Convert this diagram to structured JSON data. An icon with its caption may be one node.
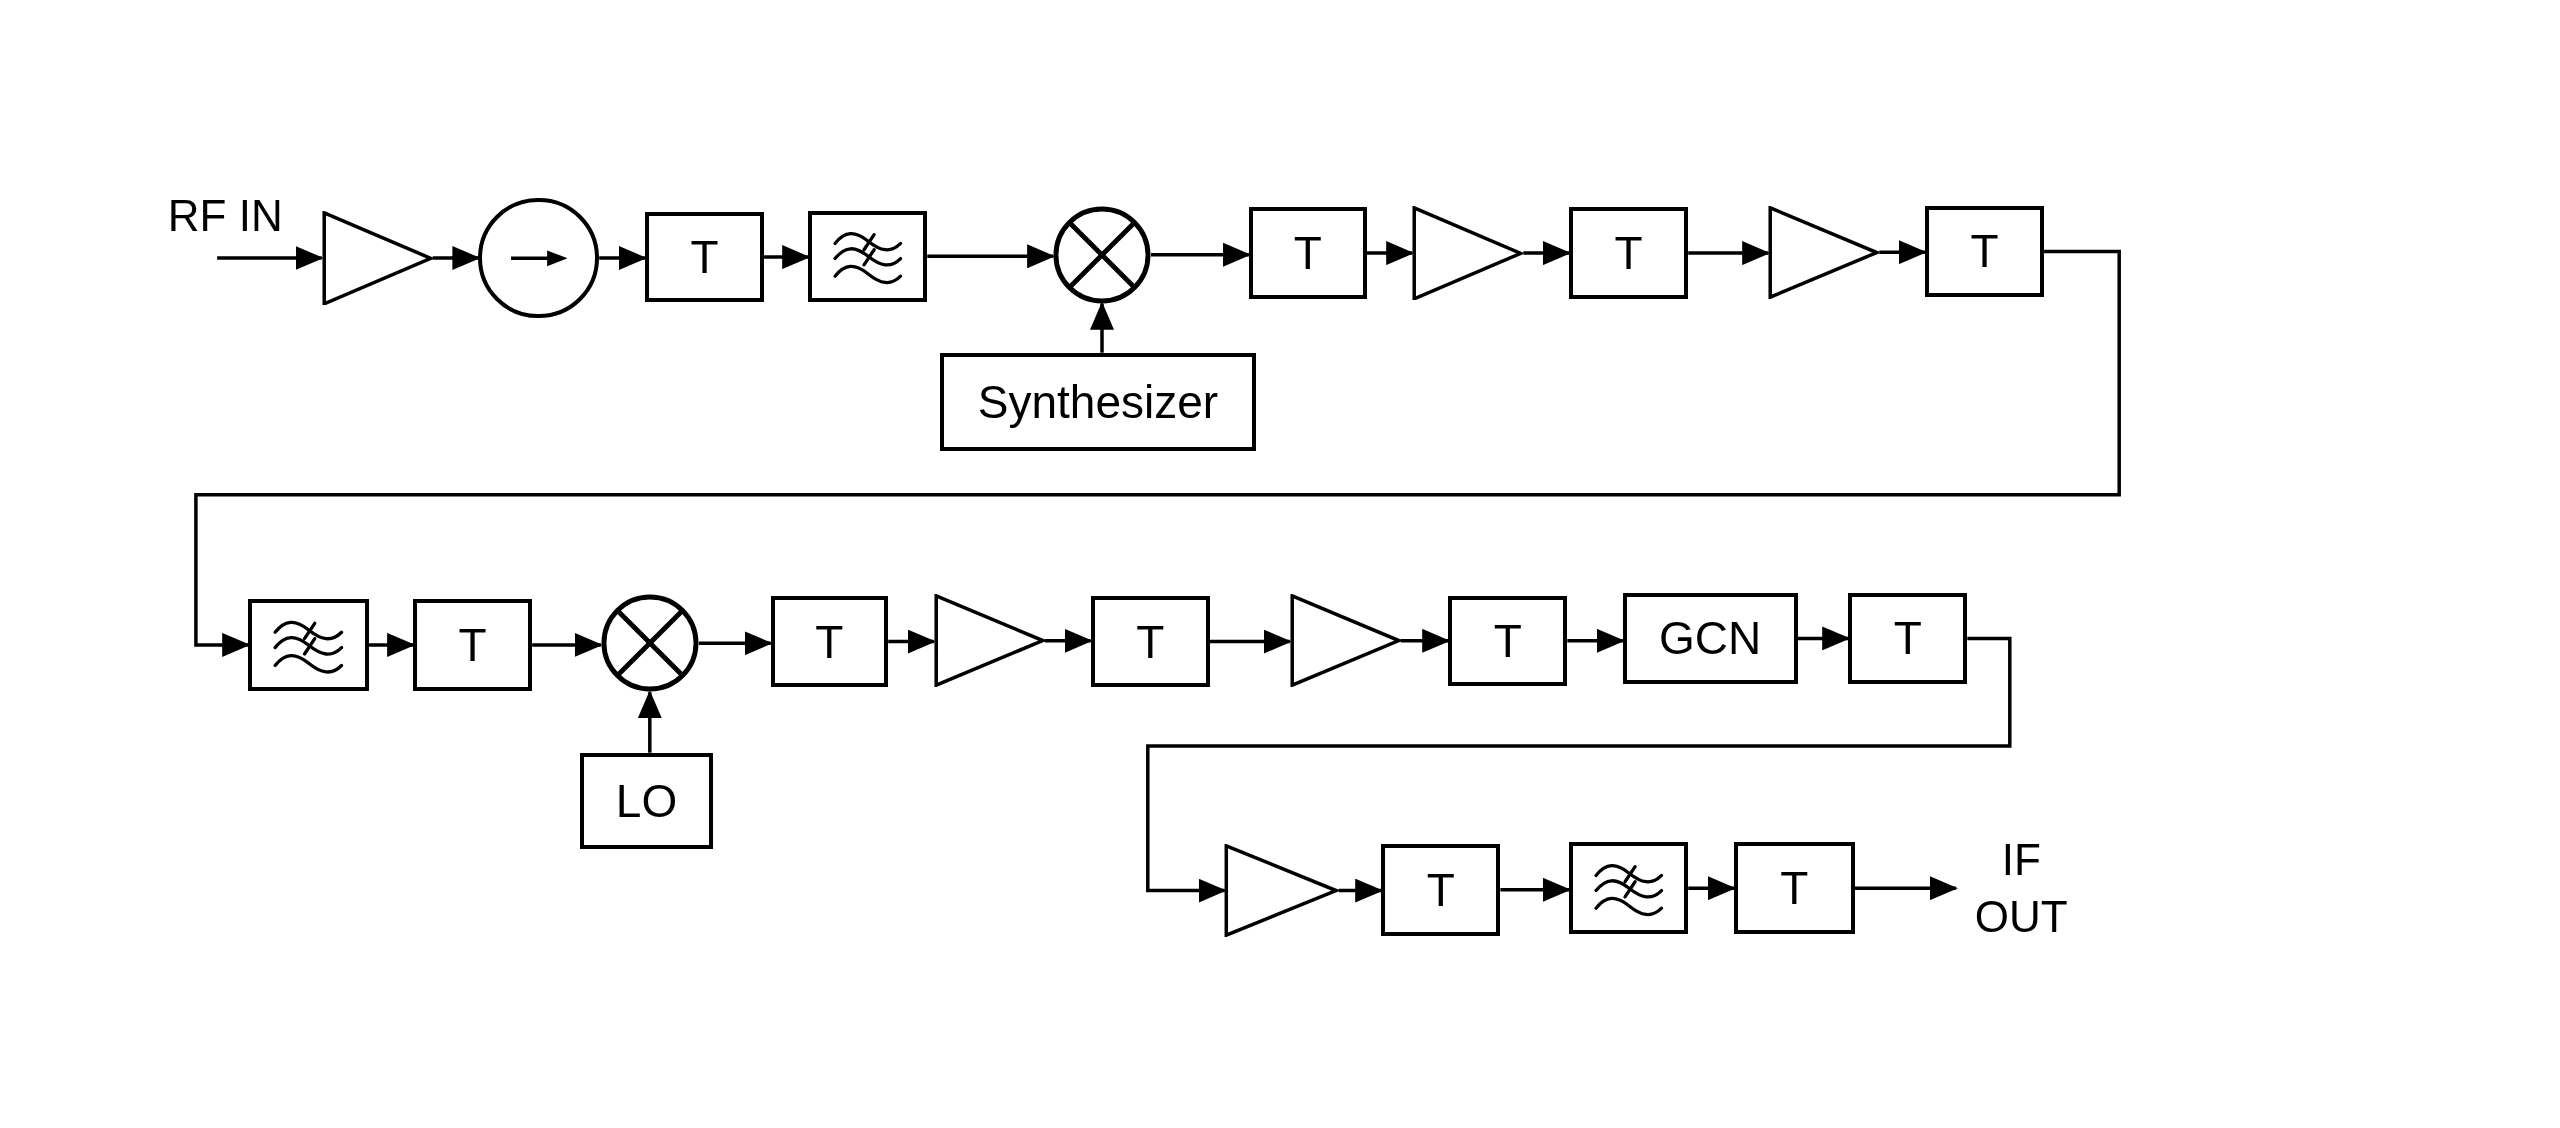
{
  "diagram": {
    "nodes": [
      {
        "text": [
          "RF IN"
        ]
      },
      {
        "text": [],
        "shape": "triangle"
      },
      {
        "text": [],
        "shape": "circle"
      },
      {
        "text": [
          "T"
        ]
      },
      {
        "text": [],
        "shape": "filter"
      },
      {
        "text": [],
        "shape": "mixer"
      },
      {
        "text": [
          "T"
        ]
      },
      {
        "text": [],
        "shape": "triangle"
      },
      {
        "text": [
          "T"
        ]
      },
      {
        "text": [],
        "shape": "triangle"
      },
      {
        "text": [
          "T"
        ]
      },
      {
        "text": [
          "Synthesizer"
        ]
      },
      {
        "text": [],
        "shape": "filter"
      },
      {
        "text": [
          "T"
        ]
      },
      {
        "text": [],
        "shape": "mixer"
      },
      {
        "text": [
          "T"
        ]
      },
      {
        "text": [],
        "shape": "triangle"
      },
      {
        "text": [
          "T"
        ]
      },
      {
        "text": [],
        "shape": "triangle"
      },
      {
        "text": [
          "T"
        ]
      },
      {
        "text": [
          "GCN"
        ]
      },
      {
        "text": [
          "T"
        ]
      },
      {
        "text": [
          "LO"
        ]
      },
      {
        "text": [],
        "shape": "triangle"
      },
      {
        "text": [
          "T"
        ]
      },
      {
        "text": [],
        "shape": "filter"
      },
      {
        "text": [
          "T"
        ]
      },
      {
        "text": [
          "IF OUT"
        ]
      }
    ],
    "edges": [
      {
        "from": 0,
        "to": 1,
        "arrow": "to"
      },
      {
        "from": 1,
        "to": 2,
        "arrow": "to"
      },
      {
        "from": 2,
        "to": 3,
        "arrow": "to"
      },
      {
        "from": 3,
        "to": 4,
        "arrow": "to"
      },
      {
        "from": 4,
        "to": 5,
        "arrow": "to"
      },
      {
        "from": 5,
        "to": 6,
        "arrow": "to"
      },
      {
        "from": 6,
        "to": 7,
        "arrow": "to"
      },
      {
        "from": 7,
        "to": 8,
        "arrow": "to"
      },
      {
        "from": 8,
        "to": 9,
        "arrow": "to"
      },
      {
        "from": 9,
        "to": 10,
        "arrow": "to"
      },
      {
        "from": 11,
        "to": 5,
        "arrow": "to"
      },
      {
        "from": 10,
        "to": 12,
        "arrow": "to"
      },
      {
        "from": 12,
        "to": 13,
        "arrow": "to"
      },
      {
        "from": 13,
        "to": 14,
        "arrow": "to"
      },
      {
        "from": 14,
        "to": 15,
        "arrow": "to"
      },
      {
        "from": 15,
        "to": 16,
        "arrow": "to"
      },
      {
        "from": 16,
        "to": 17,
        "arrow": "to"
      },
      {
        "from": 17,
        "to": 18,
        "arrow": "to"
      },
      {
        "from": 18,
        "to": 19,
        "arrow": "to"
      },
      {
        "from": 19,
        "to": 20,
        "arrow": "to"
      },
      {
        "from": 20,
        "to": 21,
        "arrow": "to"
      },
      {
        "from": 22,
        "to": 14,
        "arrow": "to"
      },
      {
        "from": 21,
        "to": 23,
        "arrow": "to"
      },
      {
        "from": 23,
        "to": 24,
        "arrow": "to"
      },
      {
        "from": 24,
        "to": 25,
        "arrow": "to"
      },
      {
        "from": 25,
        "to": 26,
        "arrow": "to"
      },
      {
        "from": 26,
        "to": 27,
        "arrow": "to"
      }
    ]
  }
}
